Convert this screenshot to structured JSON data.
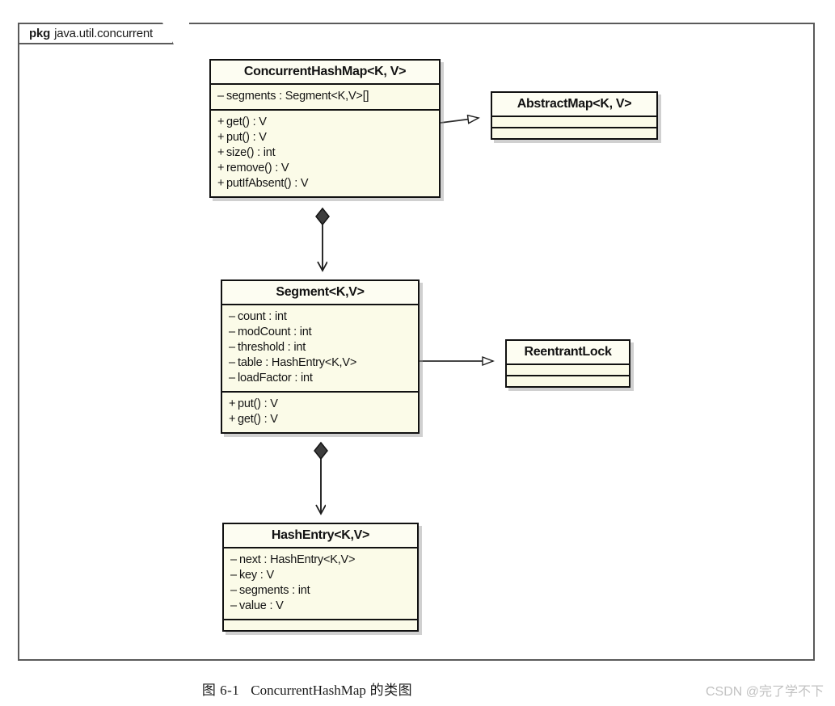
{
  "package": {
    "keyword": "pkg",
    "name": "java.util.concurrent"
  },
  "classes": {
    "concurrenthashmap": {
      "name": "ConcurrentHashMap<K, V>",
      "attributes": [
        {
          "visibility": "–",
          "text": "segments : Segment<K,V>[]"
        }
      ],
      "operations": [
        {
          "visibility": "+",
          "text": "get() : V"
        },
        {
          "visibility": "+",
          "text": "put() : V"
        },
        {
          "visibility": "+",
          "text": "size() : int"
        },
        {
          "visibility": "+",
          "text": "remove() : V"
        },
        {
          "visibility": "+",
          "text": "putIfAbsent() : V"
        }
      ]
    },
    "abstractmap": {
      "name": "AbstractMap<K, V>",
      "attributes": [],
      "operations": []
    },
    "segment": {
      "name": "Segment<K,V>",
      "attributes": [
        {
          "visibility": "–",
          "text": "count : int"
        },
        {
          "visibility": "–",
          "text": "modCount : int"
        },
        {
          "visibility": "–",
          "text": "threshold : int"
        },
        {
          "visibility": "–",
          "text": "table : HashEntry<K,V>"
        },
        {
          "visibility": "–",
          "text": "loadFactor : int"
        }
      ],
      "operations": [
        {
          "visibility": "+",
          "text": "put() : V"
        },
        {
          "visibility": "+",
          "text": "get() : V"
        }
      ]
    },
    "reentrantlock": {
      "name": "ReentrantLock",
      "attributes": [],
      "operations": []
    },
    "hashentry": {
      "name": "HashEntry<K,V>",
      "attributes": [
        {
          "visibility": "–",
          "text": "next : HashEntry<K,V>"
        },
        {
          "visibility": "–",
          "text": "key : V"
        },
        {
          "visibility": "–",
          "text": "segments : int"
        },
        {
          "visibility": "–",
          "text": "value : V"
        }
      ],
      "operations": []
    }
  },
  "relationships": [
    {
      "id": "chm-extends-abstractmap",
      "type": "generalization",
      "from": "ConcurrentHashMap<K, V>",
      "to": "AbstractMap<K, V>",
      "label": ""
    },
    {
      "id": "chm-composes-segment",
      "type": "composition",
      "from": "ConcurrentHashMap<K, V>",
      "to": "Segment<K,V>",
      "label": ""
    },
    {
      "id": "segment-extends-reentrantlock",
      "type": "generalization",
      "from": "Segment<K,V>",
      "to": "ReentrantLock",
      "label": ""
    },
    {
      "id": "segment-composes-hashentry",
      "type": "composition",
      "from": "Segment<K,V>",
      "to": "HashEntry<K,V>",
      "label": ""
    }
  ],
  "caption": {
    "number": "图 6-1",
    "title": "ConcurrentHashMap",
    "suffix": "的类图"
  },
  "watermark": "CSDN @完了学不下",
  "colors": {
    "class_fill": "#fbfbe8",
    "class_title_fill": "#fdfdf2",
    "class_border": "#111111",
    "frame_border": "#5a5a5a",
    "line": "#2b2b2b",
    "watermark": "#c2c2c2"
  }
}
